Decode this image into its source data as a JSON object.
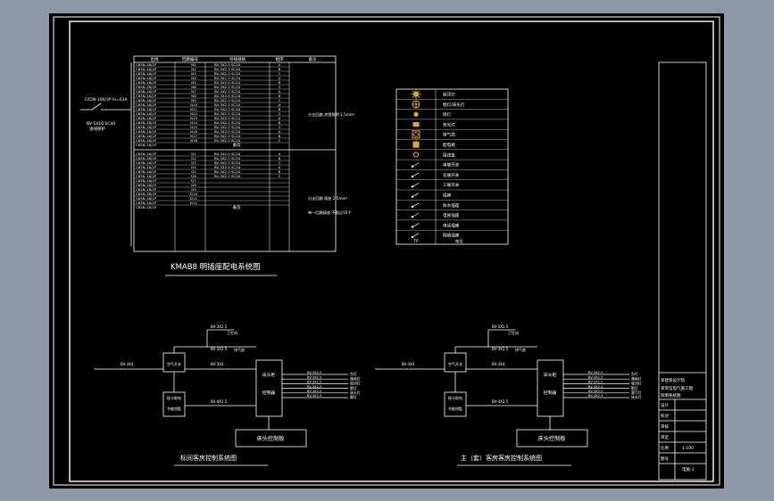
{
  "colors": {
    "bg_outer": "#8e98a6",
    "sheet": "#000000",
    "line": "#ffffff",
    "accent": "#f5a800"
  },
  "panel_table": {
    "headers": [
      "出线",
      "回路编号",
      "导线规格",
      "相序",
      "备注"
    ],
    "breaker": "C65N-16/1P",
    "wire": "BV-3X2.5 SC20",
    "group1": {
      "circuits": [
        "N1",
        "N2",
        "N3",
        "N4",
        "N5",
        "N6",
        "N7",
        "N8",
        "N9",
        "N10",
        "N11",
        "N12",
        "N13",
        "N14",
        "N15",
        "N16",
        "N17",
        "N18"
      ],
      "phases": [
        "A",
        "B",
        "C",
        "A",
        "B",
        "C",
        "A",
        "B",
        "C",
        "A",
        "B",
        "C",
        "A",
        "B",
        "C",
        "A",
        "B",
        "C"
      ],
      "spare": "备用",
      "note": "分支回路 宾馆照明 2.5mm²"
    },
    "group2": {
      "circuits": [
        "D1",
        "D2",
        "D3",
        "D4",
        "D5",
        "D6",
        "D7",
        "D8",
        "D9",
        "D10",
        "D11",
        "D12"
      ],
      "phases": [
        "A",
        "B",
        "C",
        "A",
        "B",
        "C",
        "",
        "",
        "",
        "",
        "",
        ""
      ],
      "spare": "备用",
      "note1": "分支回路 插座 2.5mm²",
      "note2": "每一回路插座 不超过10个"
    }
  },
  "incoming": {
    "cable": "BV-5X16 SC40",
    "breaker": "C65N-100/3P In=63A",
    "note": "进线保护"
  },
  "titles": {
    "panel": "KMAB8 明插座配电系统图",
    "standard_room": "标间客房控制系统图",
    "master_room": "主（套）客房客房控制系统图"
  },
  "legend": {
    "items": [
      {
        "icon": "chandelier-icon",
        "label": "吸顶灯"
      },
      {
        "icon": "wall-lamp-icon",
        "label": "壁灯/床头灯"
      },
      {
        "icon": "downlight-icon",
        "label": "筒灯"
      },
      {
        "icon": "fluorescent-icon",
        "label": "荧光灯"
      },
      {
        "icon": "exhaust-fan-icon",
        "label": "排气扇"
      },
      {
        "icon": "distribution-box-icon",
        "label": "配电箱"
      },
      {
        "icon": "junction-box-icon",
        "label": "接线盒"
      },
      {
        "icon": "single-switch-icon",
        "label": "单联开关"
      },
      {
        "icon": "double-switch-icon",
        "label": "双联开关"
      },
      {
        "icon": "triple-switch-icon",
        "label": "三联开关"
      },
      {
        "icon": "socket-icon",
        "label": "插座"
      },
      {
        "icon": "waterproof-socket-icon",
        "label": "防水插座"
      },
      {
        "icon": "tv-socket-icon",
        "label": "电视插座"
      },
      {
        "icon": "phone-socket-icon",
        "label": "电话插座"
      },
      {
        "icon": "net-socket-icon",
        "label": "网络插座"
      }
    ],
    "footer_left": "TP",
    "footer_right": "电话"
  },
  "room_diagram": {
    "main_cable": "BV-3X4",
    "branch_cable": "BV-3X4",
    "breaker": "空气开关",
    "card_switch": "插卡取电",
    "card": "节能钥匙",
    "controller_top": "床头柜",
    "controller_sub": "控制器",
    "panel": "床头控制板",
    "branch_top": "卫生间",
    "branch_sub": "排气扇",
    "out_wire": "BV-3X2.5",
    "out_wire_card": "BV-4X2.5",
    "outputs": [
      "台灯",
      "落地灯",
      "吸顶灯",
      "壁灯",
      "床头灯",
      "廊灯"
    ],
    "master_outputs": [
      "台灯",
      "落地灯",
      "吸顶灯",
      "壁灯",
      "客厅灯",
      "床头灯"
    ]
  },
  "title_block": {
    "company": "某建筑设计院",
    "project": "某宾馆电气施工图",
    "drawing": "照明系统图",
    "rows": [
      "设计",
      "校对",
      "审核",
      "审定"
    ],
    "scale_label": "比例",
    "scale": "1:100",
    "sheet_label": "图号",
    "sheet": "电施-3"
  }
}
